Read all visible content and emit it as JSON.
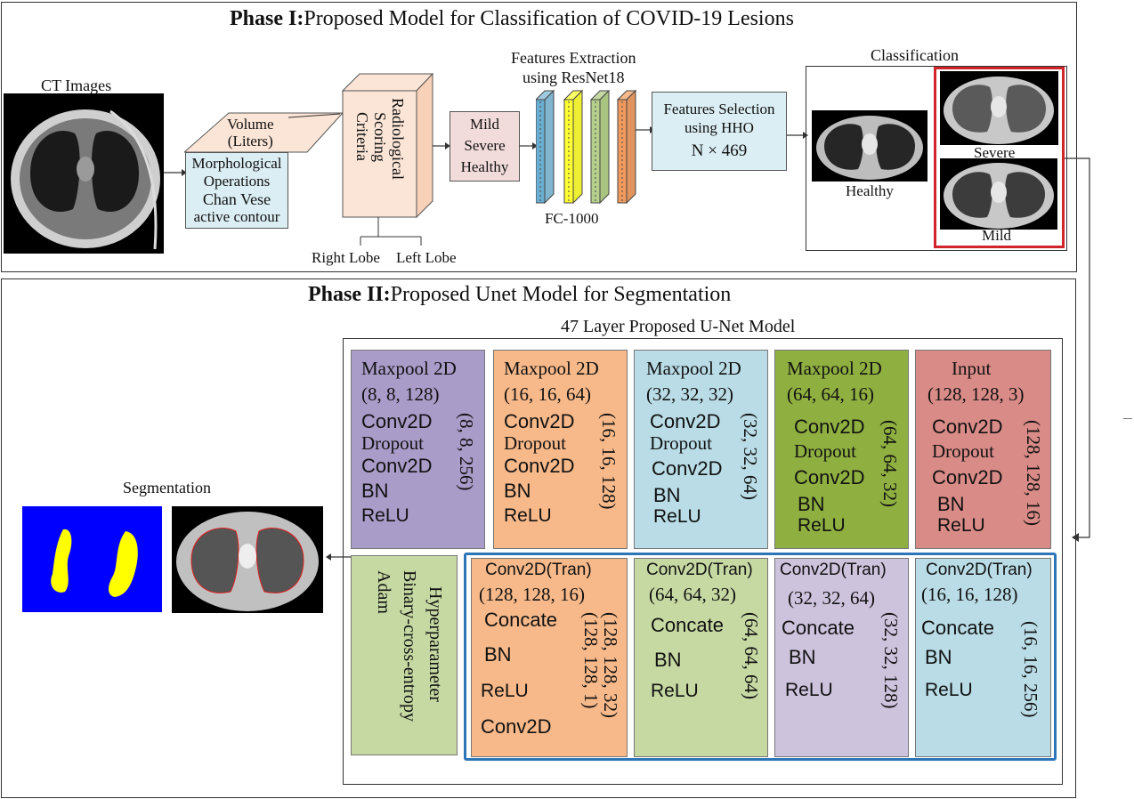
{
  "phase1": {
    "title_bold": "Phase I:",
    "title_rest": "Proposed Model for Classification of COVID-19 Lesions",
    "ct_images_label": "CT Images",
    "volume_label_1": "Volume",
    "volume_label_2": "(Liters)",
    "morph_1": "Morphological",
    "morph_2": "Operations",
    "morph_3": "Chan Vese",
    "morph_4": "active contour",
    "radiological": [
      "Radiological",
      "Scoring",
      "Criteria"
    ],
    "right_lobe": "Right Lobe",
    "left_lobe": "Left Lobe",
    "classes_box": [
      "Mild",
      "Severe",
      "Healthy"
    ],
    "feat_extract_1": "Features Extraction",
    "feat_extract_2": "using ResNet18",
    "fc_label": "FC-1000",
    "feat_select_1": "Features Selection",
    "feat_select_2": "using HHO",
    "feat_select_3": "N × 469",
    "classification_label": "Classification",
    "healthy": "Healthy",
    "severe": "Severe",
    "mild": "Mild"
  },
  "phase2": {
    "title_bold": "Phase II:",
    "title_rest": "Proposed Unet Model for Segmentation",
    "unet_title": "47 Layer Proposed U-Net Model",
    "segmentation_label": "Segmentation",
    "encoder": [
      {
        "head1": "Maxpool 2D",
        "head2": "(8, 8, 128)",
        "ops": [
          "Conv2D",
          "Dropout",
          "Conv2D",
          "BN",
          "ReLU"
        ],
        "side": "(8, 8, 256)",
        "color": "#a99cc9"
      },
      {
        "head1": "Maxpool 2D",
        "head2": "(16, 16, 64)",
        "ops": [
          "Conv2D",
          "Dropout",
          "Conv2D",
          "BN",
          "ReLU"
        ],
        "side": "(16, 16, 128)",
        "color": "#f7b98a"
      },
      {
        "head1": "Maxpool 2D",
        "head2": "(32, 32, 32)",
        "ops": [
          "Conv2D",
          "Dropout",
          "Conv2D",
          "BN",
          "ReLU"
        ],
        "side": "(32, 32, 64)",
        "color": "#b9dce6"
      },
      {
        "head1": "Maxpool 2D",
        "head2": "(64, 64, 16)",
        "ops": [
          "Conv2D",
          "Dropout",
          "Conv2D",
          "BN",
          "ReLU"
        ],
        "side": "(64, 64, 32)",
        "color": "#8fb040"
      },
      {
        "head1": "Input",
        "head2": "(128, 128, 3)",
        "ops": [
          "Conv2D",
          "Dropout",
          "Conv2D",
          "BN",
          "ReLU"
        ],
        "side": "(128, 128, 16)",
        "color": "#d98b87"
      }
    ],
    "hyper": [
      "Hyperparameter",
      "Binary-cross-entropy",
      "Adam"
    ],
    "decoder": [
      {
        "head1": "Conv2D(Tran)",
        "head2": "(128, 128, 16)",
        "ops": [
          "Concate",
          "BN",
          "ReLU",
          "Conv2D"
        ],
        "side1": "(128, 128, 32)",
        "side2": "(128, 128, 1)",
        "color": "#f7b98a"
      },
      {
        "head1": "Conv2D(Tran)",
        "head2": "(64, 64, 32)",
        "ops": [
          "Concate",
          "BN",
          "ReLU"
        ],
        "side1": "(64, 64, 64)",
        "color": "#c6d9a3"
      },
      {
        "head1": "Conv2D(Tran)",
        "head2": "(32, 32, 64)",
        "ops": [
          "Concate",
          "BN",
          "ReLU"
        ],
        "side1": "(32, 32, 128)",
        "color": "#cdc3dd"
      },
      {
        "head1": "Conv2D(Tran)",
        "head2": "(16, 16, 128)",
        "ops": [
          "Concate",
          "BN",
          "ReLU"
        ],
        "side1": "(16, 16, 256)",
        "color": "#b9dce6"
      }
    ]
  },
  "colors": {
    "peach": "#fbe5d6",
    "light_blue": "#dbeef4",
    "pink": "#f2dcdb",
    "red_frame": "#d0262b",
    "blue_frame": "#2e75b6",
    "mask_blue": "#0000ff",
    "mask_yellow": "#ffff00"
  }
}
